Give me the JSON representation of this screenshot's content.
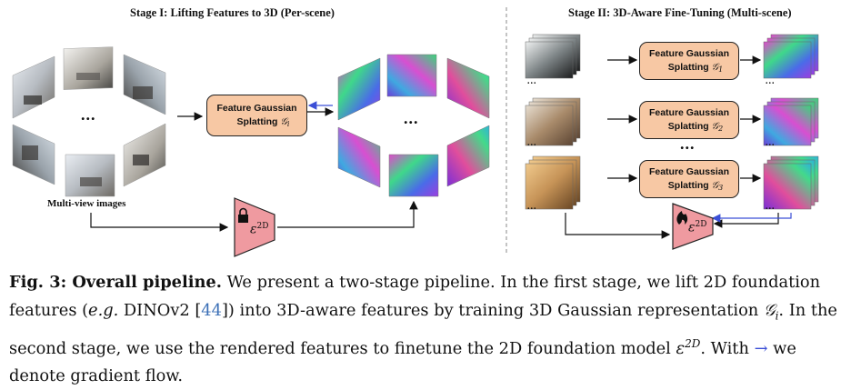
{
  "stage1": {
    "title": "Stage I: Lifting Features to 3D (Per-scene)",
    "ellipsis_left": "...",
    "ellipsis_right": "...",
    "images_label": "Multi-view images",
    "box_line1": "Feature Gaussian",
    "box_line2": "Splatting",
    "box_symbol": "𝒢",
    "box_sub": "i"
  },
  "stage2": {
    "title": "Stage II: 3D-Aware Fine-Tuning (Multi-scene)",
    "box_line1": "Feature Gaussian",
    "box_line2": "Splatting",
    "box_symbol": "𝒢",
    "boxes": [
      {
        "sub": "1"
      },
      {
        "sub": "2"
      },
      {
        "sub": "3"
      }
    ],
    "ellipsis_mid": "...",
    "stack_ellipsis": "..."
  },
  "encoder": {
    "symbol": "ε",
    "sup": "2D"
  },
  "icons": {
    "frozen": "lock-icon",
    "trainable": "flame-icon"
  },
  "colors": {
    "box_fill": "#f7c8a4",
    "encoder_fill": "#ef9aa0",
    "gradient_arrow": "#3b4fd6",
    "citation": "#3b6fb6"
  },
  "caption": {
    "label": "Fig. 3: Overall pipeline.",
    "t1": " We present a two-stage pipeline. In the first stage, we lift 2D foundation features (",
    "eg": "e.g.",
    "t2": " DINOv2 [",
    "cite": "44",
    "t3": "]) into 3D-aware features by training 3D Gaussian representation ",
    "sym_g": "𝒢",
    "sym_g_sub": "i",
    "t4": ". In the second stage, we use the rendered features to finetune the 2D foundation model ",
    "sym_e": "ε",
    "sym_e_sup": "2D",
    "t5": ". With ",
    "arrow": "→",
    "t6": " we denote gradient flow."
  }
}
